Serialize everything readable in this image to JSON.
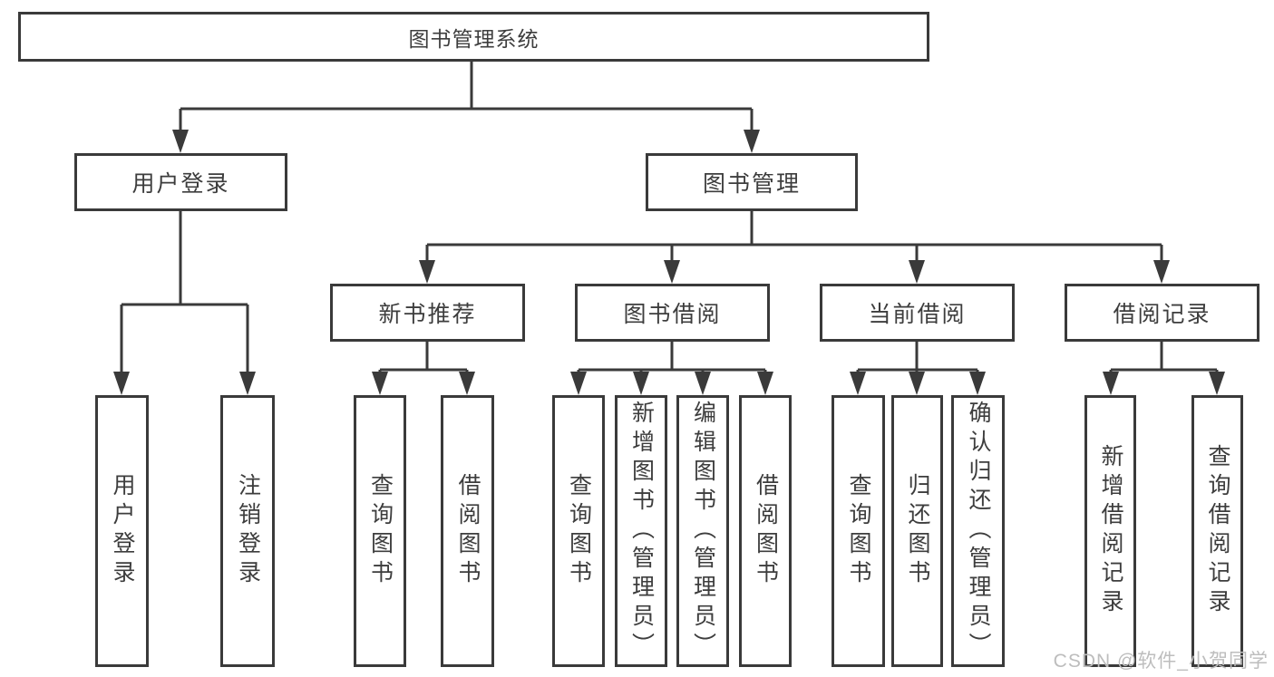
{
  "diagram": {
    "watermark": "CSDN @软件_小贺同学",
    "accent_color": "#3a3a3a",
    "nodes": {
      "root": {
        "label": "图书管理系统"
      },
      "user_login": {
        "label": "用户登录"
      },
      "book_mgmt": {
        "label": "图书管理"
      },
      "login": {
        "label": "用户登录"
      },
      "logout": {
        "label": "注销登录"
      },
      "new_books": {
        "label": "新书推荐"
      },
      "book_borrow": {
        "label": "图书借阅"
      },
      "current_borrow": {
        "label": "当前借阅"
      },
      "borrow_records": {
        "label": "借阅记录"
      },
      "nb_query": {
        "label": "查询图书"
      },
      "nb_borrow": {
        "label": "借阅图书"
      },
      "bb_query": {
        "label": "查询图书"
      },
      "bb_add": {
        "label": "新增图书（管理员）"
      },
      "bb_edit": {
        "label": "编辑图书（管理员）"
      },
      "bb_borrow": {
        "label": "借阅图书"
      },
      "cb_query": {
        "label": "查询图书"
      },
      "cb_return": {
        "label": "归还图书"
      },
      "cb_confirm": {
        "label": "确认归还（管理员）"
      },
      "br_add": {
        "label": "新增借阅记录"
      },
      "br_query": {
        "label": "查询借阅记录"
      }
    }
  }
}
